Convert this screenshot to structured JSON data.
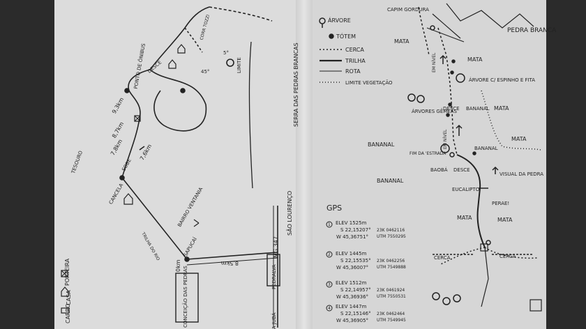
{
  "left_map": {
    "legend": {
      "porteira": "PORTEIRA",
      "casa": "CASA",
      "carro": "CARRO"
    },
    "place_labels": {
      "conceicao": "CONCEIÇÃO DAS PEDRAS",
      "pedralva": "PEDRALVA",
      "ita_juba": "ITA JUBÁ",
      "sao_lourenco": "SÃO LOURENÇO",
      "mg347": "MG 347",
      "km0": "0km",
      "km85": "8,5km",
      "km76": "7,6km",
      "km78": "7,8km",
      "km87": "8,7km",
      "km93": "9,3km",
      "bairro_ventania": "BAIRRO VENTANIA",
      "sapucai": "SAPUCAÍ",
      "ponto_onibus": "PONTO DE ÔNIBUS",
      "desce": "DESCE",
      "sobe": "SOBE",
      "limite": "LIMITE",
      "serra": "SERRA DAS PEDRAS BRANCAS",
      "tesouro": "TESOURO",
      "cancela": "CANCELA",
      "km45": "45°",
      "km5": "5°",
      "corr_tozzi": "CORR TOZZI",
      "trilha_rio": "TRILHA DO RIO"
    }
  },
  "right_map": {
    "legend": {
      "arvore": "ÁRVORE",
      "totem": "TÓTEM",
      "cerca": "CERCA",
      "trilha": "TRILHA",
      "rota": "ROTA",
      "limite": "LIMITE VEGETAÇÃO"
    },
    "labels": {
      "capim": "CAPIM GORDURA",
      "pedra_branca": "PEDRA BRANCA",
      "mata1": "MATA",
      "mata2": "MATA",
      "mata3": "MATA",
      "mata4": "MATA",
      "mata5": "MATA",
      "mata6": "MATA",
      "arvore_espinho": "ÁRVORE C/ ESPINHO E FITA",
      "arvores_gemeas": "ÁRVORES GÊMEAS",
      "desce1": "DESCE",
      "desce2": "DESCE",
      "bananal1": "BANANAL",
      "bananal2": "BANANAL",
      "bananal3": "BANANAL",
      "bananal4": "BANANAL",
      "fim_estrada": "FIM DA 'ESTRADA'",
      "baoba": "BAOBÁ",
      "visual": "VISUAL DA PEDRA",
      "eucalipto": "EUCALIPTO",
      "perae": "PERAE!",
      "cerca1": "CERCA",
      "cerca2": "CERCA",
      "emnivel1": "EM NÍVEL",
      "emnivel2": "EM NÍVEL",
      "gps_title": "GPS"
    },
    "gps": [
      {
        "n": "1",
        "elev": "ELEV 1525m",
        "s": "S 22,15207°",
        "w": "W 45,36751°",
        "utm_e": "23K 0462116",
        "utm_n": "UTM 7550295"
      },
      {
        "n": "2",
        "elev": "ELEV 1445m",
        "s": "S 22,15535°",
        "w": "W 45,36007°",
        "utm_e": "23K 0462256",
        "utm_n": "UTM 7549888"
      },
      {
        "n": "3",
        "elev": "ELEV 1512m",
        "s": "S 22,14957°",
        "w": "W 45,36936°",
        "utm_e": "23K 0461924",
        "utm_n": "UTM 7550531"
      },
      {
        "n": "4",
        "elev": "ELEV 1447m",
        "s": "S 22,15146°",
        "w": "W 45,36905°",
        "utm_e": "23K 0462464",
        "utm_n": "UTM 7549945"
      }
    ]
  }
}
